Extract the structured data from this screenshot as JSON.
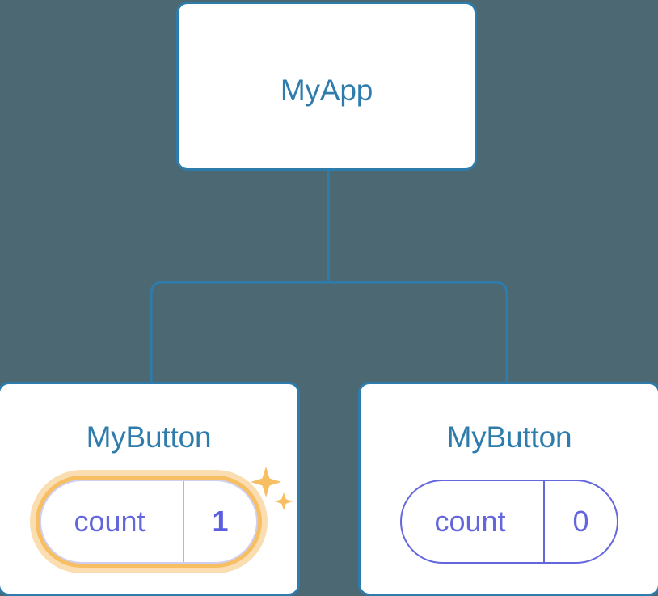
{
  "diagram": {
    "type": "component-tree",
    "background_color": "#4c6873",
    "node_border_color": "#2e7cac",
    "node_text_color": "#2e7cac",
    "connector_color": "#2e7cac",
    "state_color": "#6366dd",
    "highlight_color": "#f8be62",
    "highlight_glow_color": "#fadeb2",
    "root": {
      "label": "MyApp",
      "has_state": false
    },
    "children": [
      {
        "label": "MyButton",
        "state": {
          "key": "count",
          "value": "1"
        },
        "highlighted": true,
        "sparkle_icons": [
          "sparkle-large-icon",
          "sparkle-small-icon"
        ]
      },
      {
        "label": "MyButton",
        "state": {
          "key": "count",
          "value": "0"
        },
        "highlighted": false,
        "sparkle_icons": []
      }
    ]
  }
}
